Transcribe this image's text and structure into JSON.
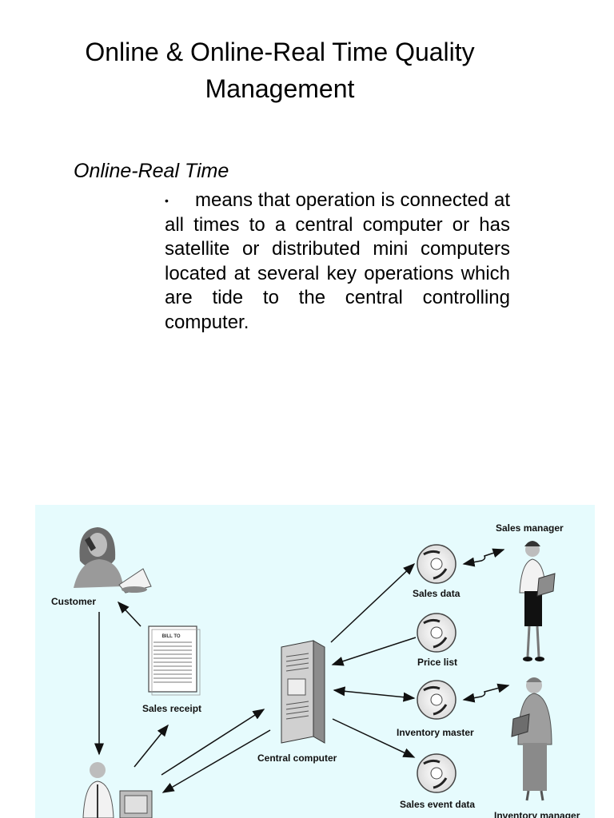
{
  "slide": {
    "title": "Online & Online-Real Time Quality Management",
    "subtitle": "Online-Real Time",
    "bullet_symbol": "•",
    "bullet_text": "means that operation is connected at all times to a central computer  or has satellite or distributed mini computers located at several key operations which are tide to the central controlling computer."
  },
  "diagram": {
    "labels": {
      "customer": "Customer",
      "sales_receipt": "Sales receipt",
      "receipt_header": "BILL TO",
      "central_computer": "Central computer",
      "sales_data": "Sales data",
      "price_list": "Price list",
      "inventory_master": "Inventory master",
      "sales_event_data": "Sales event data",
      "sales_manager": "Sales manager",
      "inventory_manager": "Inventory manager"
    },
    "colors": {
      "background": "#e6fbfd",
      "arrow": "#111111"
    }
  }
}
